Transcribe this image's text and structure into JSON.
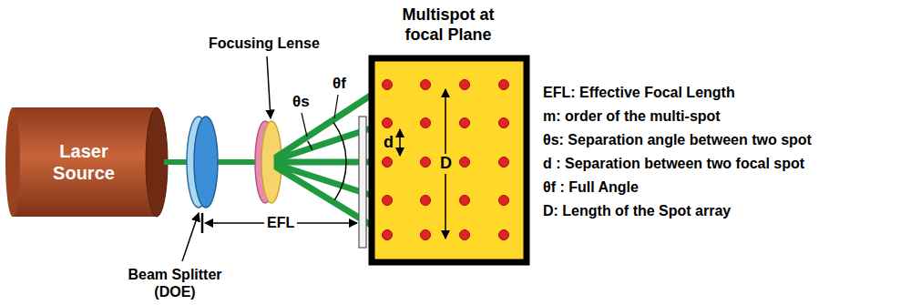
{
  "diagram": {
    "nodes": [
      {
        "text": [
          "Laser Source"
        ]
      },
      {
        "text": [
          "Multispot at focal Plane"
        ]
      }
    ],
    "labels": [
      "Focusing Lense",
      "θs",
      "θf",
      "d",
      "D",
      "EFL",
      "Beam Splitter (DOE)",
      "EFL: Effective Focal Length",
      "m: order of the multi-spot",
      "θs: Separation angle between two spot",
      "d : Separation between two focal spot",
      "θf : Full Angle",
      "D: Length of the Spot array"
    ]
  }
}
